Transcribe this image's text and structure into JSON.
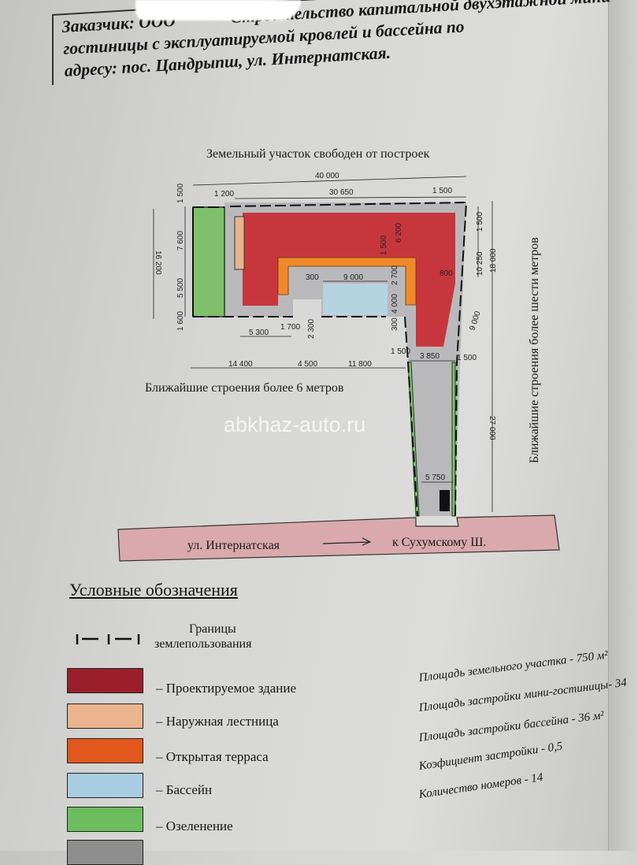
{
  "header": {
    "line1": "Заказчик: ООО",
    "line1_rest": "Строительство капитальной двухэтажной мини-",
    "line2": "гостиницы с эксплуатируемой кровлей  и бассейна по",
    "line3": "адресу: пос. Цандрыпш, ул. Интернатская."
  },
  "plan": {
    "top_note": "Земельный участок свободен от построек",
    "left_note": "Ближайшие строения более 6 метров",
    "right_note": "Ближайшие строения более шести метров",
    "watermark": "abkhaz-auto.ru",
    "street": "ул. Интернатская",
    "direction": "к Сухумскому Ш.",
    "dims": [
      "40 000",
      "30 650",
      "1 200",
      "1 500",
      "1 500",
      "7 600",
      "5 500",
      "1 600",
      "16 200",
      "6 200",
      "1 500",
      "300",
      "9 000",
      "2 700",
      "4 000",
      "800",
      "1 500",
      "10 250",
      "18 000",
      "9 000",
      "5 300",
      "1 700",
      "2 300",
      "300",
      "1 500",
      "3 850",
      "1 500",
      "14 400",
      "4 500",
      "11 800",
      "5 750",
      "27 000"
    ]
  },
  "legend": {
    "title": "Условные обозначения",
    "boundary_l1": "Границы",
    "boundary_l2": "землепользования",
    "items": [
      {
        "label": "– Проектируемое  здание",
        "color": "#9b1f2a"
      },
      {
        "label": "– Наружная лестница",
        "color": "#e9b48e"
      },
      {
        "label": "– Открытая терраса",
        "color": "#e2571c"
      },
      {
        "label": "– Бассейн",
        "color": "#a9cde0"
      },
      {
        "label": "– Озеленение",
        "color": "#6dbd5e"
      },
      {
        "label": "",
        "color": "#8e8e8e"
      }
    ]
  },
  "stats": [
    "Площадь земельного участка - 750 м²",
    "Площадь застройки мини-гостиницы- 34",
    "Площадь застройки бассейна - 36 м²",
    "Коэфициент застройки - 0,5",
    "Количество номеров - 14"
  ]
}
